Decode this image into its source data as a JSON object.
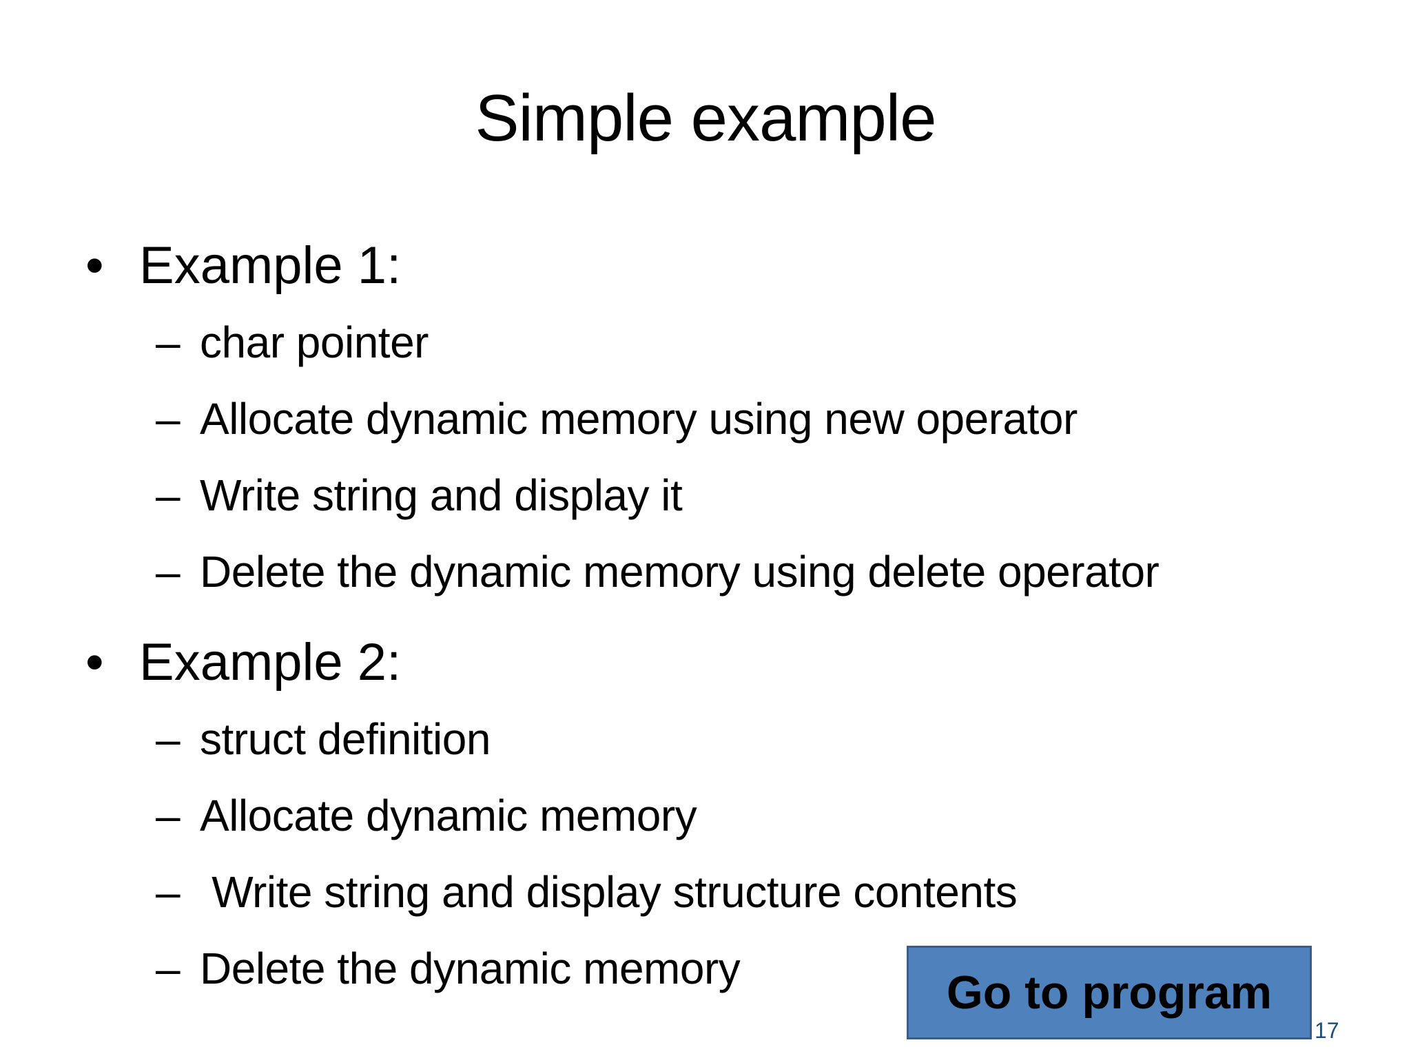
{
  "slide": {
    "title": "Simple example",
    "slide_number": "17",
    "colors": {
      "button_fill": "#4f81bd",
      "button_border": "#385d8a",
      "slide_number": "#1f4e79"
    }
  },
  "bullets": [
    {
      "marker": "•",
      "label": "Example 1:",
      "sub_marker": "–",
      "subitems": [
        "char pointer",
        "Allocate dynamic memory using new operator",
        "Write string and display it",
        "Delete the dynamic memory using delete operator"
      ]
    },
    {
      "marker": "•",
      "label": "Example 2:",
      "sub_marker": "–",
      "subitems": [
        "struct definition",
        "Allocate dynamic memory",
        " Write string and display structure contents",
        "Delete the dynamic memory"
      ]
    }
  ],
  "button": {
    "label": "Go to program"
  }
}
